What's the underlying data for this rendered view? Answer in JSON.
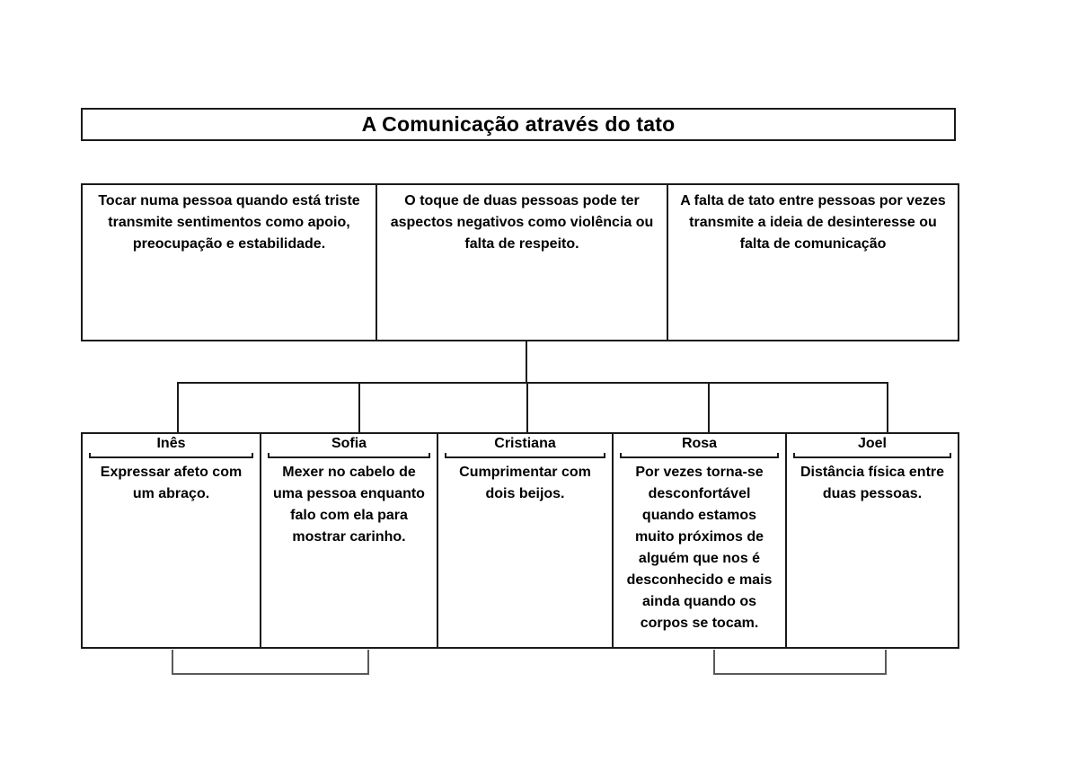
{
  "diagram": {
    "title": "A Comunicação através do tato",
    "top_boxes": [
      "Tocar numa pessoa quando está triste\ntransmite sentimentos como apoio,\npreocupação e estabilidade.",
      "O toque de duas pessoas pode ter\naspectos negativos como violência ou\nfalta de respeito.",
      "A falta de tato entre pessoas por vezes\ntransmite a ideia de desinteresse ou\nfalta de comunicação"
    ],
    "members": [
      {
        "name": "Inês",
        "text": "Expressar afeto com\num abraço."
      },
      {
        "name": "Sofia",
        "text": "Mexer no cabelo de\numa pessoa enquanto\nfalo com ela para\nmostrar carinho."
      },
      {
        "name": "Cristiana",
        "text": "Cumprimentar com\ndois beijos."
      },
      {
        "name": "Rosa",
        "text": "Por vezes torna-se\ndesconfortável\nquando estamos\nmuito próximos de\nalguém que nos é\ndesconhecido e mais\nainda quando os\ncorpos se tocam."
      },
      {
        "name": "Joel",
        "text": "Distância física entre\nduas pessoas."
      }
    ],
    "colors": {
      "border": "#1a1a1a",
      "connector": "#1a1a1a",
      "bracket": "#5a5a5a",
      "text": "#000000",
      "background": "#ffffff"
    }
  }
}
